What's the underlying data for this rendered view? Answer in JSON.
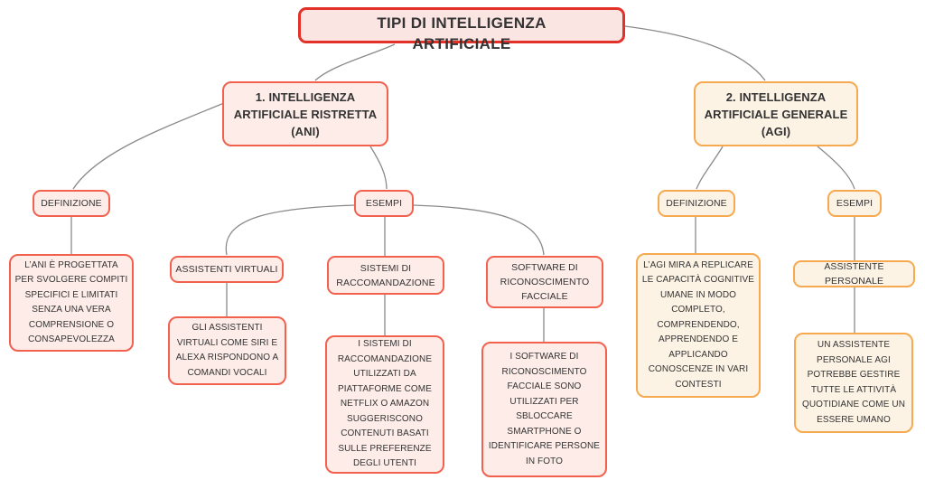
{
  "colors": {
    "title_border": "#e23128",
    "title_bg": "#fbe5e3",
    "red_border": "#f2614e",
    "red_bg": "#fdece8",
    "orange_border": "#f6a94f",
    "orange_bg": "#fdf3e5",
    "line": "#8a8a8a",
    "text": "#333333"
  },
  "title": {
    "line1": "TIPI DI INTELLIGENZA",
    "line2": "ARTIFICIALE"
  },
  "ani": {
    "title": "1. INTELLIGENZA ARTIFICIALE RISTRETTA (ANI)",
    "definizione": {
      "label": "DEFINIZIONE",
      "text": "L’ANI È PROGETTATA PER SVOLGERE COMPITI SPECIFICI E LIMITATI SENZA UNA VERA COMPRENSIONE O CONSAPEVOLEZZA"
    },
    "esempi_label": "ESEMPI",
    "esempi": [
      {
        "label": "ASSISTENTI VIRTUALI",
        "text": "GLI ASSISTENTI VIRTUALI COME SIRI E ALEXA RISPONDONO A COMANDI VOCALI"
      },
      {
        "label": "SISTEMI DI RACCOMANDAZIONE",
        "text": "I SISTEMI DI RACCOMANDAZIONE UTILIZZATI DA PIATTAFORME COME NETFLIX O AMAZON SUGGERISCONO CONTENUTI BASATI SULLE PREFERENZE DEGLI UTENTI"
      },
      {
        "label": "SOFTWARE DI RICONOSCIMENTO FACCIALE",
        "text": "I SOFTWARE DI RICONOSCIMENTO FACCIALE SONO UTILIZZATI PER SBLOCCARE SMARTPHONE O IDENTIFICARE PERSONE IN FOTO"
      }
    ]
  },
  "agi": {
    "title": "2. INTELLIGENZA ARTIFICIALE GENERALE (AGI)",
    "definizione": {
      "label": "DEFINIZIONE",
      "text": "L’AGI MIRA A REPLICARE LE CAPACITÀ COGNITIVE UMANE IN MODO COMPLETO, COMPRENDENDO, APPRENDENDO E APPLICANDO CONOSCENZE IN VARI CONTESTI"
    },
    "esempi_label": "ESEMPI",
    "esempi": [
      {
        "label": "ASSISTENTE PERSONALE",
        "text": "UN ASSISTENTE PERSONALE AGI POTREBBE GESTIRE TUTTE LE ATTIVITÀ QUOTIDIANE COME UN ESSERE UMANO"
      }
    ]
  }
}
